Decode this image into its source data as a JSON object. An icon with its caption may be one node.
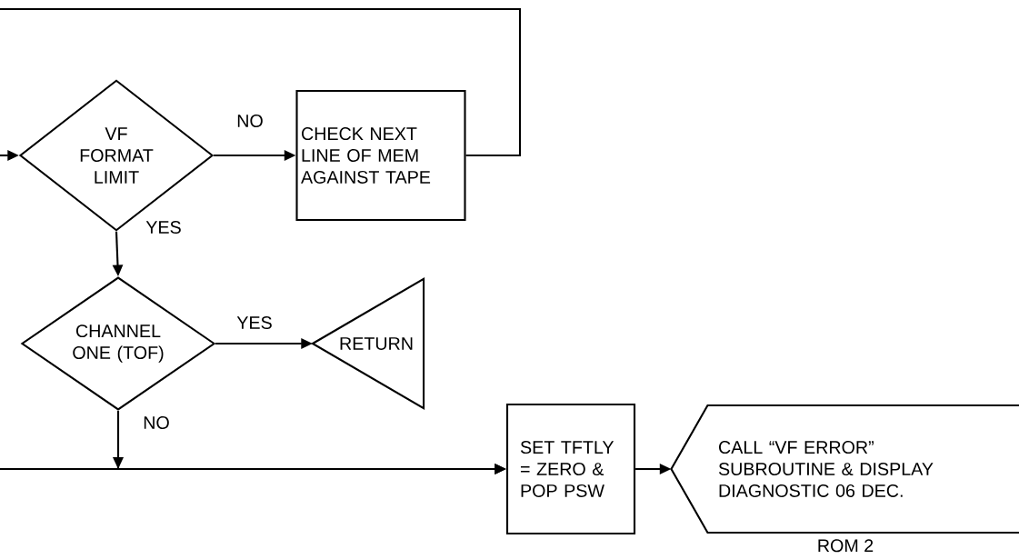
{
  "diagram": {
    "nodes": [
      {
        "text": [
          "VF FORMAT LIMIT"
        ]
      },
      {
        "text": [
          "CHECK NEXT LINE OF MEM AGAINST TAPE"
        ]
      },
      {
        "text": [
          "CHANNEL ONE (TOF)"
        ]
      },
      {
        "text": [
          "RETURN"
        ]
      },
      {
        "text": [
          "SET TFTLY = ZERO & POP PSW"
        ]
      },
      {
        "text": [
          "CALL “VF ERROR” SUBROUTINE & DISPLAY DIAGNOSTIC 06 DEC."
        ],
        "beside": [
          "ROM 2"
        ]
      }
    ],
    "edges": [
      {
        "from": null,
        "to": 0,
        "arrow": "to"
      },
      {
        "from": 0,
        "to": 1,
        "arrow": "to",
        "label": "NO"
      },
      {
        "from": 1,
        "to": null,
        "arrow": "none"
      },
      {
        "from": 0,
        "to": 2,
        "arrow": "to",
        "label": "YES"
      },
      {
        "from": 2,
        "to": 3,
        "arrow": "to",
        "label": "YES"
      },
      {
        "from": 2,
        "to": 4,
        "arrow": "to",
        "label": "NO"
      },
      {
        "from": null,
        "to": 4,
        "arrow": "to"
      },
      {
        "from": 4,
        "to": 5,
        "arrow": "to"
      }
    ]
  }
}
